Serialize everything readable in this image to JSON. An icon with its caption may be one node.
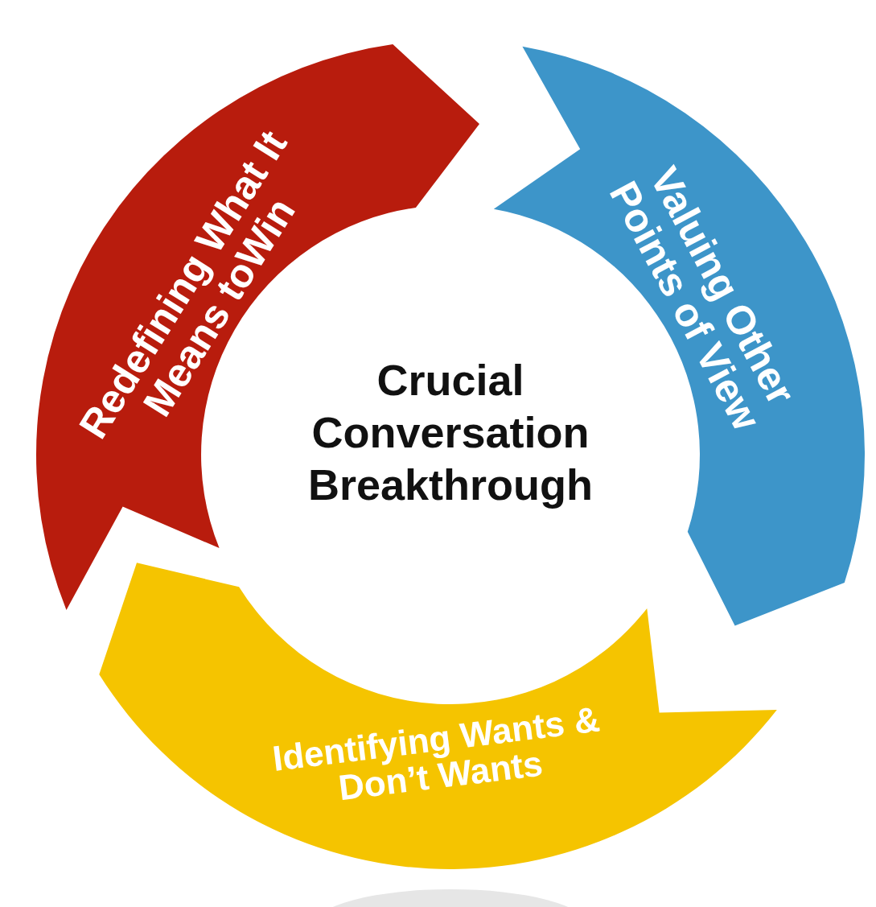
{
  "diagram": {
    "nodes": [
      {
        "text": [
          "Redefining What It Means toWin"
        ]
      },
      {
        "text": [
          "Valuing Other Points of View"
        ]
      },
      {
        "text": [
          "Identifying Wants & Don’t Wants"
        ]
      }
    ],
    "labels": [
      "Crucial Conversation Breakthrough"
    ]
  }
}
